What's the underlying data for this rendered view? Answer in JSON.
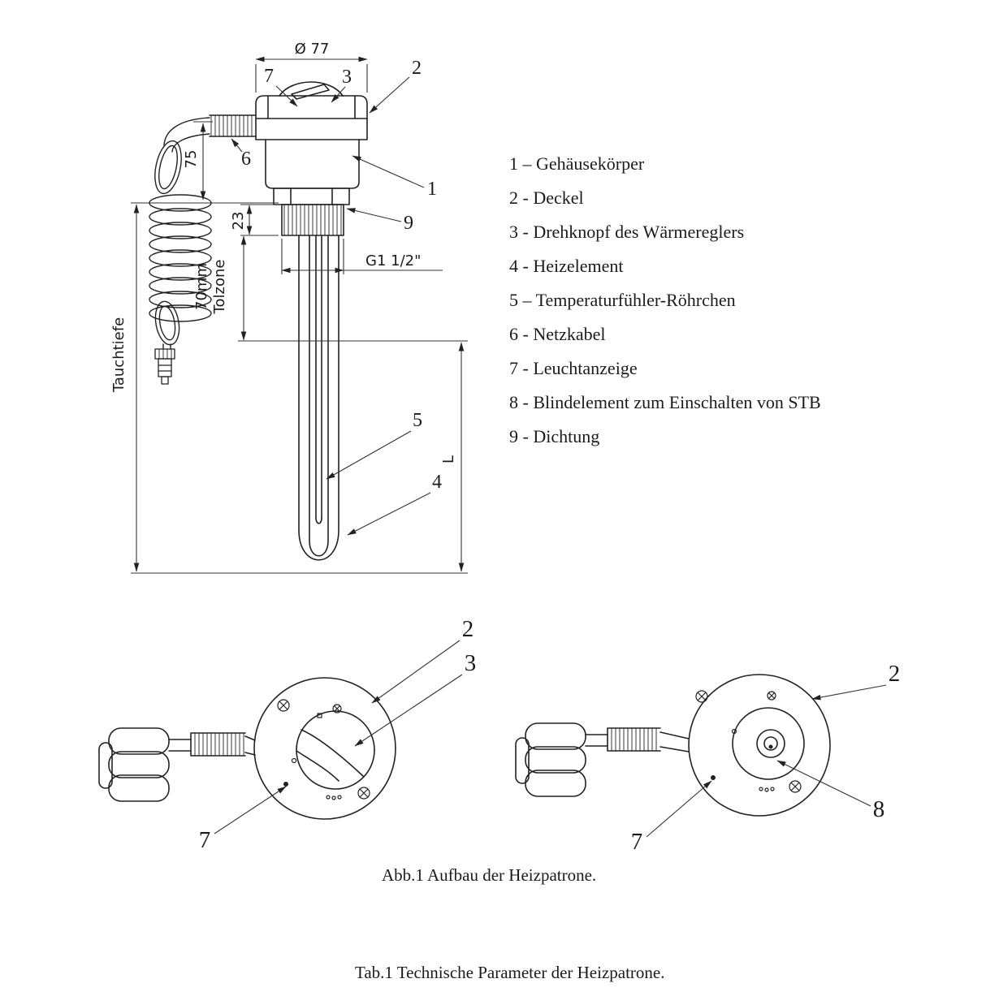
{
  "main_view": {
    "dims": {
      "diameter": "Ø 77",
      "cable_offset": "75",
      "thread_height": "23",
      "thread": "G1 1/2\"",
      "tolzone_value": "70mm",
      "tolzone_label": "Tolzone",
      "immersion_depth": "Tauchtiefe",
      "length": "L"
    },
    "callouts": {
      "c1": "1",
      "c2": "2",
      "c3": "3",
      "c4": "4",
      "c5": "5",
      "c6": "6",
      "c7": "7",
      "c9": "9"
    }
  },
  "legend": {
    "items": [
      "1 – Gehäusekörper",
      "2 - Deckel",
      "3 - Drehknopf des Wärmereglers",
      "4 - Heizelement",
      "5 – Temperaturfühler-Röhrchen",
      "6 - Netzkabel",
      "7 - Leuchtanzeige",
      "8 - Blindelement zum Einschalten von STB",
      "9 - Dichtung"
    ]
  },
  "left_view": {
    "callouts": {
      "c2": "2",
      "c3": "3",
      "c7": "7"
    }
  },
  "right_view": {
    "callouts": {
      "c2": "2",
      "c7": "7",
      "c8": "8"
    }
  },
  "captions": {
    "figure": "Abb.1 Aufbau der Heizpatrone.",
    "table": "Tab.1 Technische Parameter der Heizpatrone."
  }
}
